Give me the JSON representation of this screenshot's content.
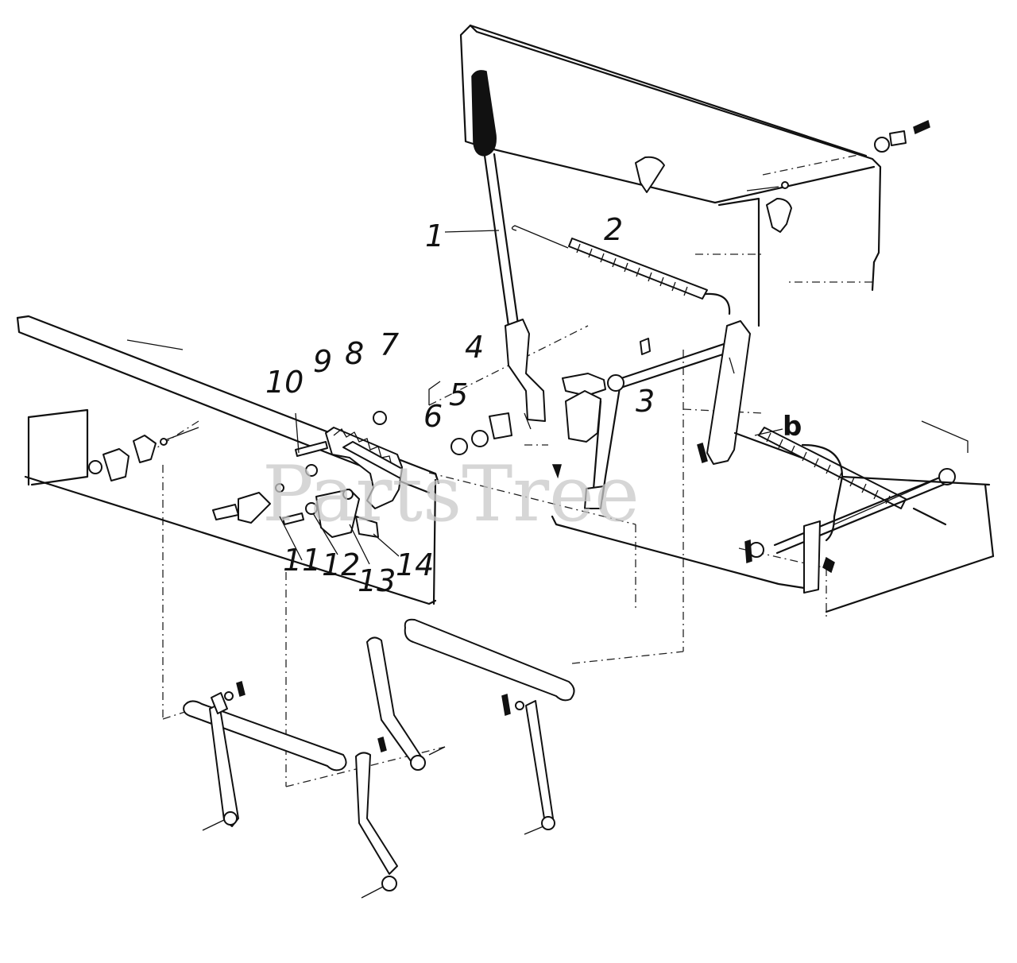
{
  "watermark": "PartsTree",
  "callouts": {
    "c1": "1",
    "c2": "2",
    "c3": "3",
    "c4": "4",
    "c5": "5",
    "c6": "6",
    "c7": "7",
    "c8": "8",
    "c9": "9",
    "c10": "10",
    "c11": "11",
    "c12": "12",
    "c13": "13",
    "c14": "14",
    "cb": "b"
  }
}
